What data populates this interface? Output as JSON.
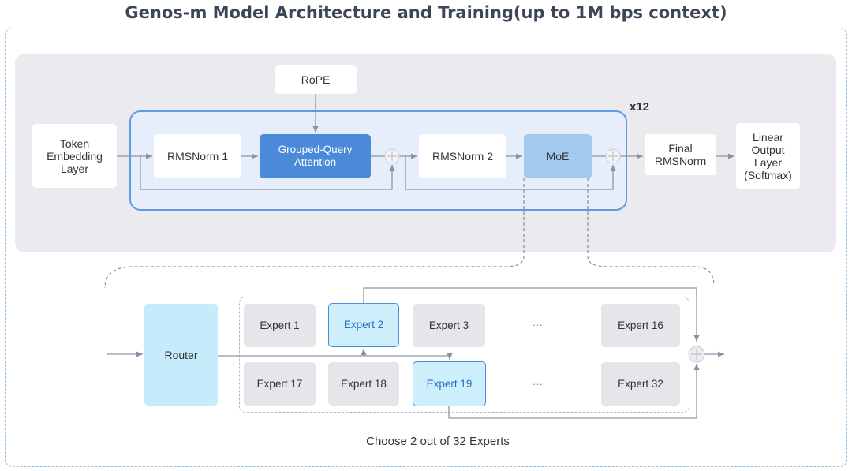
{
  "title": "Genos-m Model Architecture and Training(up to 1M bps context)",
  "repeat_label": "x12",
  "blocks": {
    "token_embedding": "Token Embedding Layer",
    "rope": "RoPE",
    "rmsnorm1": "RMSNorm 1",
    "gqa": "Grouped-Query Attention",
    "rmsnorm2": "RMSNorm 2",
    "moe": "MoE",
    "final_rmsnorm": "Final RMSNorm",
    "linear_output": "Linear Output Layer (Softmax)"
  },
  "router": "Router",
  "experts": {
    "e1": "Expert 1",
    "e2": "Expert 2",
    "e3": "Expert 3",
    "e16": "Expert 16",
    "e17": "Expert 17",
    "e18": "Expert 18",
    "e19": "Expert 19",
    "e32": "Expert 32",
    "ellipsis": "···"
  },
  "selected_experts": [
    "Expert 2",
    "Expert 19"
  ],
  "caption": "Choose 2 out of 32 Experts",
  "colors": {
    "loop_border": "#5e9ce2",
    "gqa_fill": "#4a8ad9",
    "moe_fill": "#a4c9ef",
    "router_fill": "#c6ebfa",
    "selected_expert_border": "#4a90d9"
  }
}
